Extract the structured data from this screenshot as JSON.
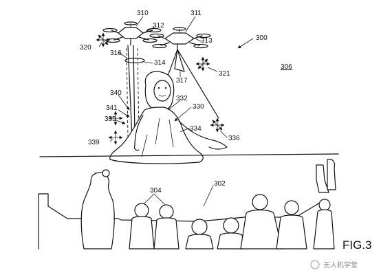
{
  "figure_caption": "FIG.3",
  "watermark": "无人机学堂",
  "labels": {
    "l300": "300",
    "l302": "302",
    "l304": "304",
    "l306": "306",
    "l310": "310",
    "l311": "311",
    "l312": "312",
    "l313": "313",
    "l314": "314",
    "l316": "316",
    "l317": "317",
    "l320": "320",
    "l321": "321",
    "l330": "330",
    "l332": "332",
    "l334": "334",
    "l335": "335",
    "l336": "336",
    "l339": "339",
    "l340": "340",
    "l341": "341"
  }
}
